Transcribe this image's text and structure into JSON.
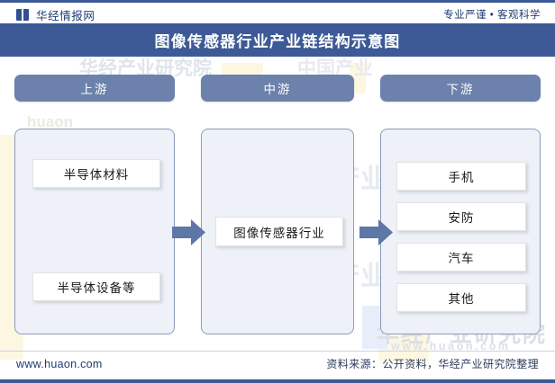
{
  "header": {
    "brand_name": "华经情报网",
    "brand_logo_icon": "book-logo-icon",
    "tagline": "专业严谨 • 客观科学"
  },
  "title": {
    "text": "图像传感器行业产业链结构示意图"
  },
  "colors": {
    "title_bar": "#3d5a96",
    "pill": "#6c81ab",
    "panel_fill": "#eef1f7",
    "panel_border": "#8b9cbb",
    "node_fill": "#ffffff",
    "arrow": "#5d77a6",
    "footer_rule": "#3d5a96",
    "watermark": "#dcdfe6"
  },
  "diagram": {
    "type": "value-chain",
    "columns": [
      {
        "key": "upstream",
        "pill_label": "上游",
        "nodes": [
          {
            "label": "半导体材料"
          },
          {
            "label": "半导体设备等"
          }
        ]
      },
      {
        "key": "midstream",
        "pill_label": "中游",
        "nodes": [
          {
            "label": "图像传感器行业"
          }
        ]
      },
      {
        "key": "downstream",
        "pill_label": "下游",
        "nodes": [
          {
            "label": "手机"
          },
          {
            "label": "安防"
          },
          {
            "label": "汽车"
          },
          {
            "label": "其他"
          }
        ]
      }
    ],
    "arrows": [
      {
        "from": "upstream",
        "to": "midstream",
        "direction": "right"
      },
      {
        "from": "midstream",
        "to": "downstream",
        "direction": "right"
      }
    ]
  },
  "watermarks": {
    "institute": "华经产业研究院",
    "url": "www.huaon.com",
    "tile_a": "华经产业研究院",
    "tile_b": "中国产业",
    "tile_c": "研究",
    "tile_d": "产业",
    "tile_e": "研究",
    "tile_f": "产业",
    "tile_g": "huaon"
  },
  "footer": {
    "site": "www.huaon.com",
    "source": "资料来源：公开资料，华经产业研究院整理"
  }
}
